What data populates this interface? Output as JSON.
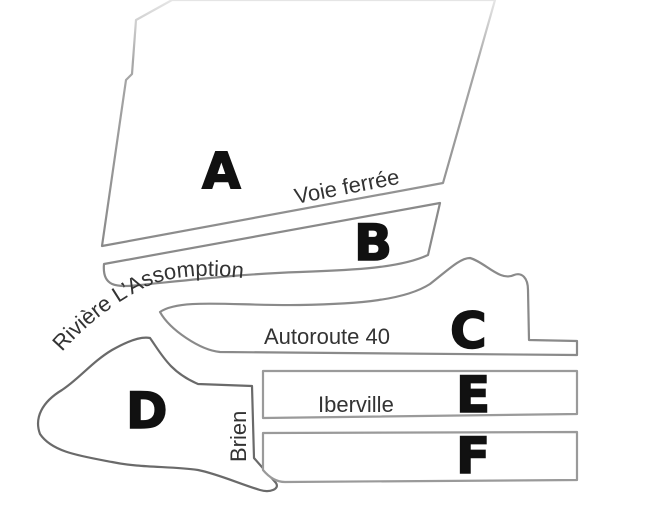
{
  "zones": {
    "a": "A",
    "b": "B",
    "c": "C",
    "d": "D",
    "e": "E",
    "f": "F"
  },
  "streets": {
    "railway": "Voie ferrée",
    "river": "Rivière L’Assomption",
    "highway": "Autoroute 40",
    "iberville": "Iberville",
    "brien": "Brien"
  },
  "colors": {
    "outline_light": "#9a9a9a",
    "outline_dark": "#6a6a6a",
    "label": "#111111"
  }
}
